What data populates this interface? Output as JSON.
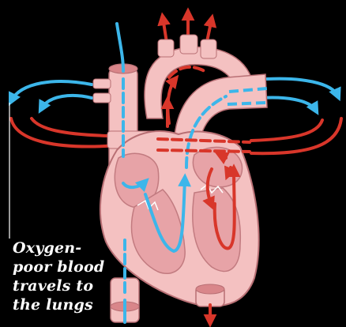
{
  "caption": {
    "lines": [
      "Oxygen-",
      "poor blood",
      "travels to",
      "the lungs"
    ]
  },
  "colors": {
    "background": "#000000",
    "oxygen_poor": "#3cb6ea",
    "oxygen_rich": "#d8362a",
    "heart_tissue": "#f4c1c1",
    "vessel_wall": "#d9868a",
    "inner_wall": "#e8a0a3",
    "label_text": "#ffffff"
  }
}
